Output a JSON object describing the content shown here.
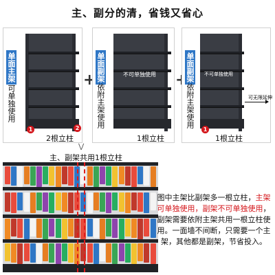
{
  "title": "主、副分的清，省钱又省心",
  "panels": {
    "main": {
      "badge": "单面主架",
      "side": "可单独使用",
      "posts_label": "2根立柱",
      "badge_1": "1",
      "badge_2": "2"
    },
    "sub": {
      "badge": "单面副架",
      "side": "依附主架使用",
      "center": "不可单独使用",
      "posts_label": "1根立柱"
    },
    "extend": {
      "badge": "单面副架",
      "side": "依附主架使用",
      "center": "不可单独使用",
      "posts_label": "1根立柱",
      "extend_label": "可无限延伸",
      "badge_1": "1"
    },
    "plus": "+"
  },
  "shared_label": "主、副架共用1根立柱",
  "desc": {
    "line1": "图中主架比副架多一根立柱，",
    "line2_red": "主架可单独使用，副架不可单独使用",
    "line2_rest": "，副架需要依附主架共用一根立柱使用。一面墙不间断，只需要一个主架，其他都是副架，节省投入。"
  },
  "colors": {
    "accent_red": "#d4161b",
    "badge_blue": "#2f77c6",
    "shelf_dark": "#2b2d33"
  }
}
